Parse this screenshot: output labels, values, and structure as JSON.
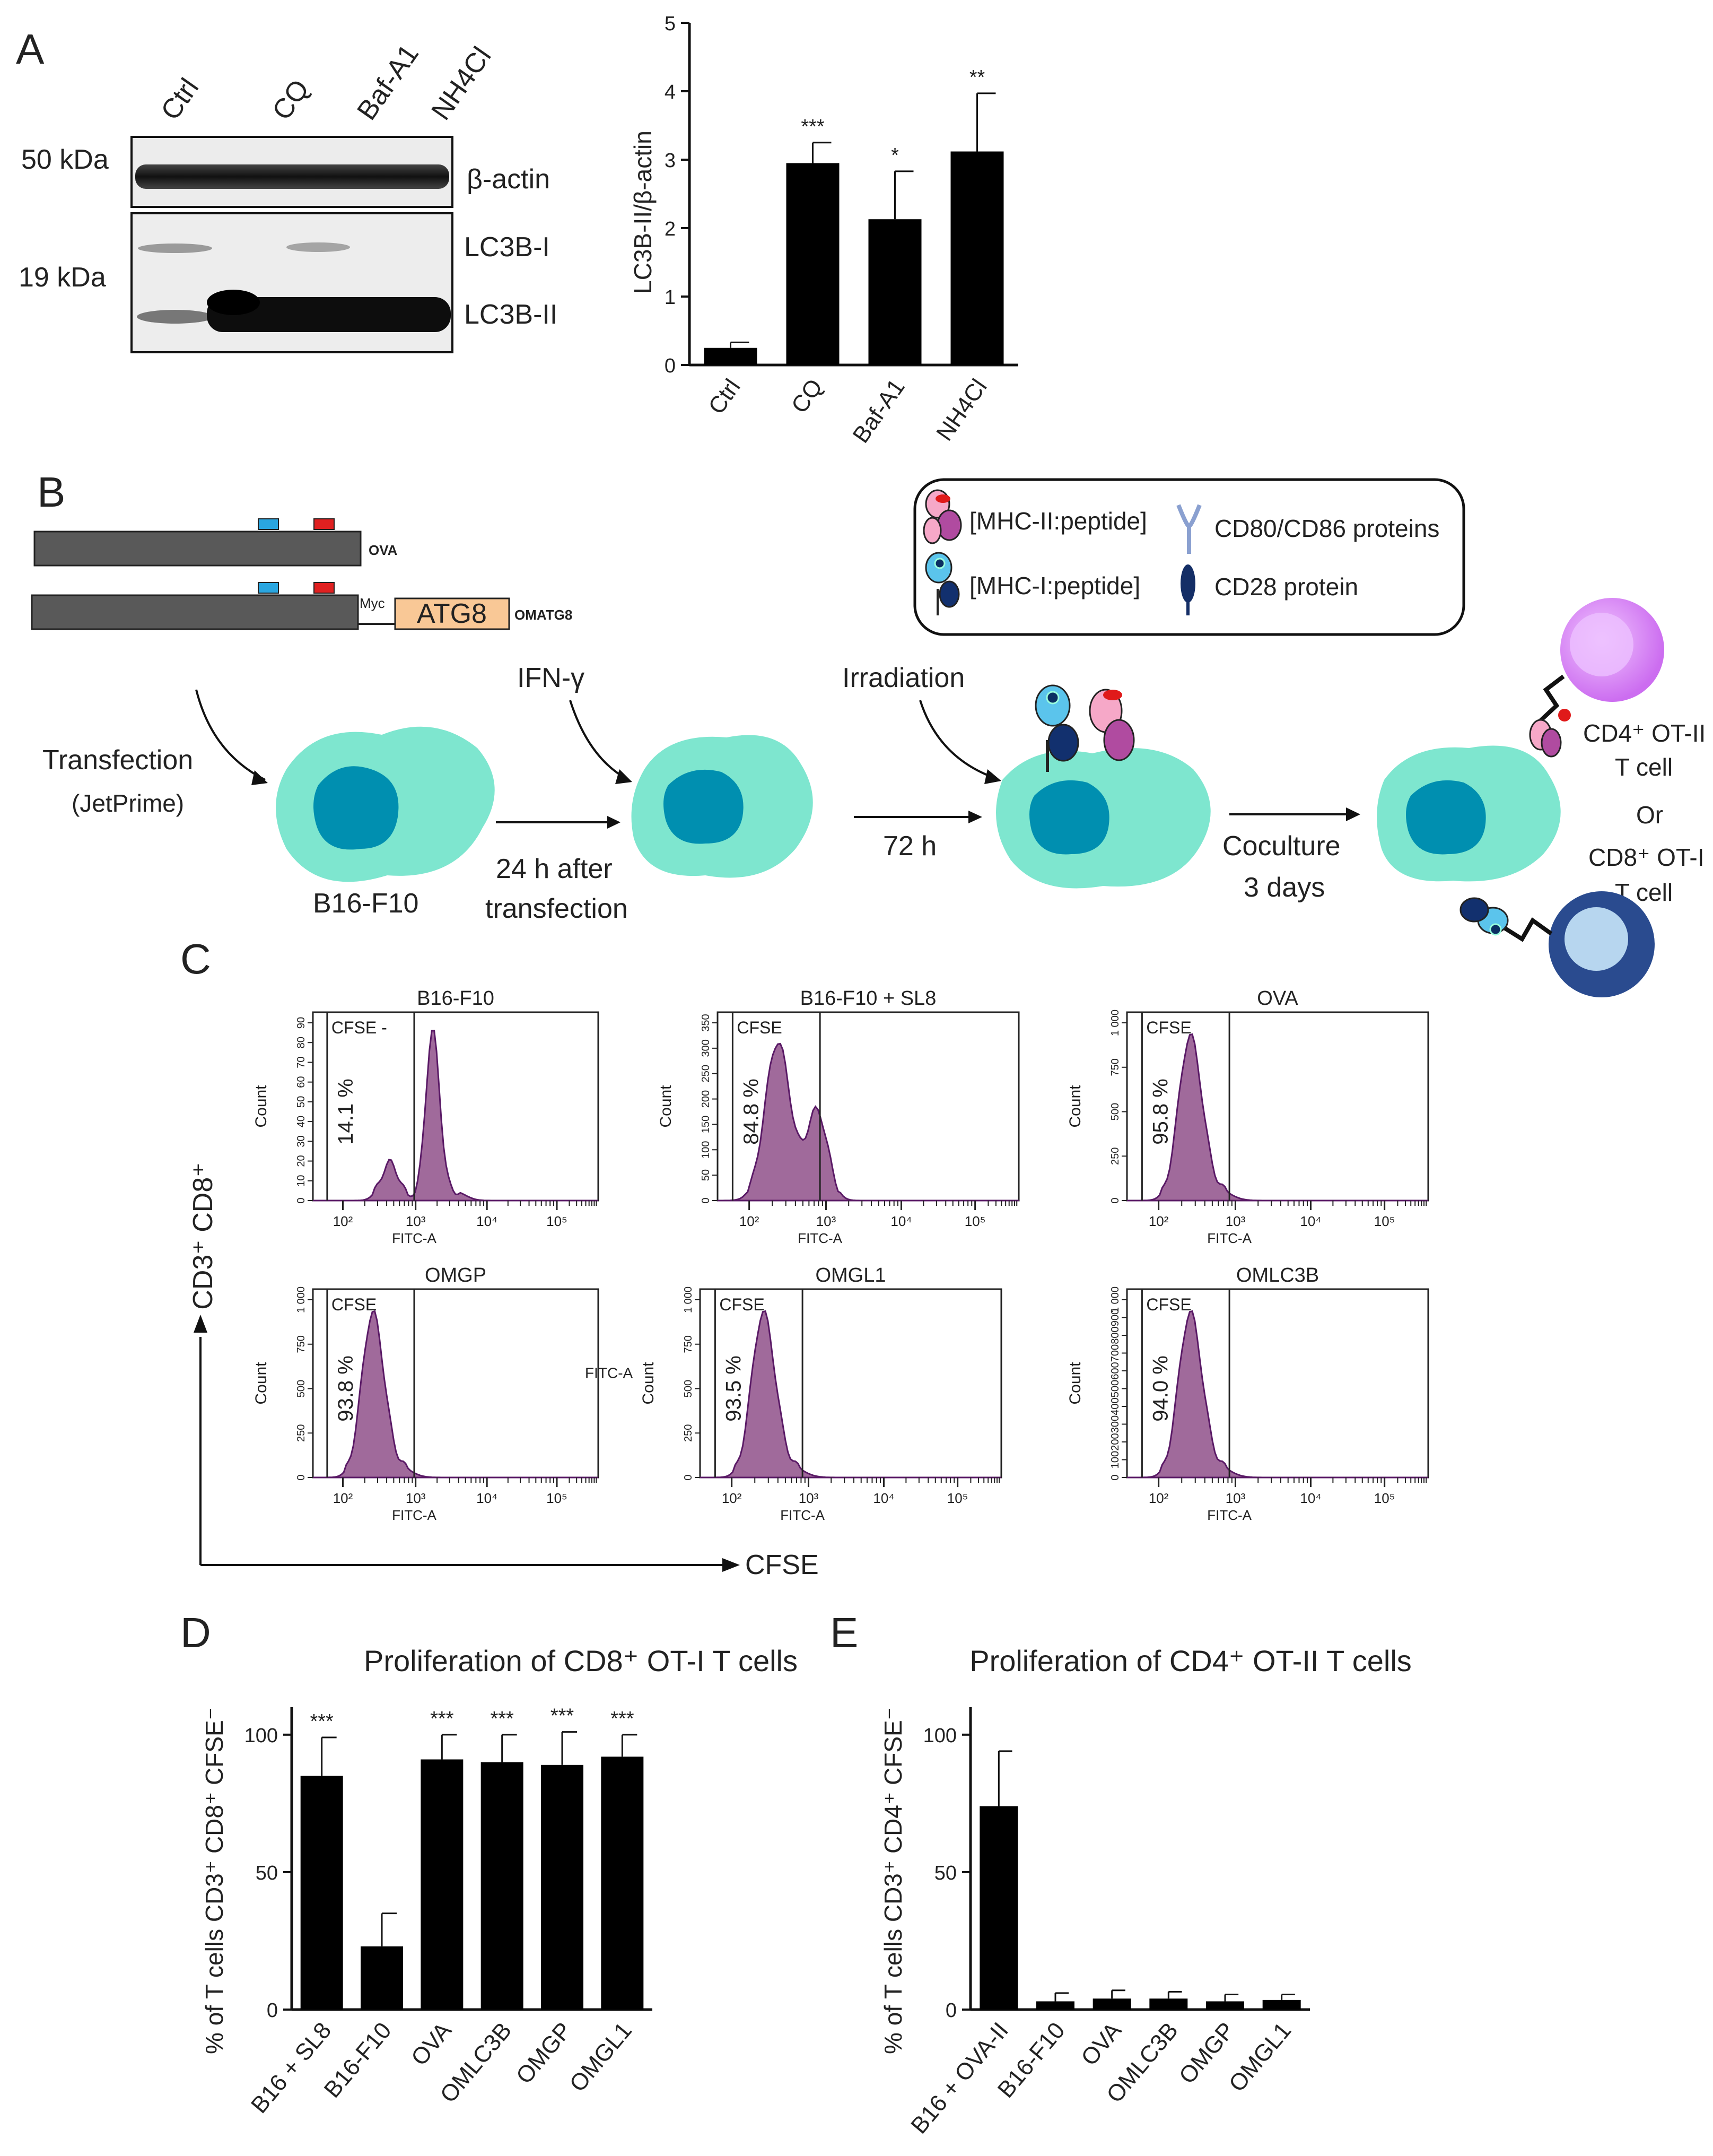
{
  "panels": {
    "a": "A",
    "b": "B",
    "c": "C",
    "d": "D",
    "e": "E"
  },
  "blot": {
    "lanes": [
      "Ctrl",
      "CQ",
      "Baf-A1",
      "NH4Cl"
    ],
    "mw_top": "50 kDa",
    "mw_bottom": "19 kDa",
    "band_actin": "β-actin",
    "band_lc3i": "LC3B-I",
    "band_lc3ii": "LC3B-II"
  },
  "chart_data": [
    {
      "type": "bar",
      "id": "lc3b_ratio",
      "categories": [
        "Ctrl",
        "CQ",
        "Baf-A1",
        "NH4Cl"
      ],
      "values": [
        0.25,
        2.95,
        2.13,
        3.12
      ],
      "errors": [
        0.08,
        0.3,
        0.7,
        0.85
      ],
      "significance": [
        "",
        "***",
        "*",
        "**"
      ],
      "ylabel": "LC3B-II/β-actin",
      "ylim": [
        0,
        5
      ],
      "yticks": [
        "0",
        "1",
        "2",
        "3",
        "4",
        "5"
      ]
    },
    {
      "type": "bar",
      "id": "cd8_prolif",
      "title": "Proliferation of CD8⁺ OT-I T cells",
      "categories": [
        "B16 + SL8",
        "B16-F10",
        "OVA",
        "OMLC3B",
        "OMGP",
        "OMGL1"
      ],
      "values": [
        85,
        23,
        91,
        90,
        89,
        92
      ],
      "errors": [
        14,
        12,
        9,
        10,
        12,
        8
      ],
      "significance": [
        "***",
        "",
        "***",
        "***",
        "***",
        "***"
      ],
      "ylabel": "% of T cells CD3⁺ CD8⁺ CFSE⁻",
      "ylim": [
        0,
        110
      ],
      "yticks": [
        "0",
        "50",
        "100"
      ]
    },
    {
      "type": "bar",
      "id": "cd4_prolif",
      "title": "Proliferation of CD4⁺ OT-II T cells",
      "categories": [
        "B16 + OVA-II",
        "B16-F10",
        "OVA",
        "OMLC3B",
        "OMGP",
        "OMGL1"
      ],
      "values": [
        74,
        3,
        4,
        4,
        3,
        3.5
      ],
      "errors": [
        20,
        3,
        3,
        2.5,
        2.5,
        2
      ],
      "significance": [
        "",
        "",
        "",
        "",
        "",
        ""
      ],
      "ylabel": "% of T cells CD3⁺ CD4⁺ CFSE⁻",
      "ylim": [
        0,
        110
      ],
      "yticks": [
        "0",
        "50",
        "100"
      ]
    }
  ],
  "schematic": {
    "ova_label": "OVA",
    "myc_label": "Myc",
    "atg8_label": "ATG8",
    "omatg8_label": "OMATG8",
    "legend_mhc2": "[MHC-II:peptide]",
    "legend_mhc1": "[MHC-I:peptide]",
    "legend_cd80": "CD80/CD86 proteins",
    "legend_cd28": "CD28 protein",
    "transfection": "Transfection",
    "jetprime": "(JetPrime)",
    "cell_name": "B16-F10",
    "ifn": "IFN-γ",
    "after_line1": "24 h after",
    "after_line2": "transfection",
    "irradiation": "Irradiation",
    "hours": "72 h",
    "coculture1": "Coculture",
    "coculture2": "3 days",
    "cd4_line1": "CD4⁺ OT-II",
    "tcell": "T cell",
    "or": "Or",
    "cd8_line1": "CD8⁺ OT-I"
  },
  "flow": {
    "y_axis_label": "CD3⁺ CD8⁺",
    "x_axis_label": "CFSE",
    "count_label": "Count",
    "fitc_label": "FITC-A",
    "gate_label": "CFSE",
    "gate_label_neg": "CFSE -",
    "stray_fitc": "FITC-A",
    "xticks": [
      "10²",
      "10³",
      "10⁴",
      "10⁵"
    ],
    "plots": [
      {
        "title": "B16-F10",
        "percent": "14.1 %",
        "yticks": [
          "0",
          "10",
          "20",
          "30",
          "40",
          "50",
          "60",
          "70",
          "80",
          "90"
        ]
      },
      {
        "title": "B16-F10 + SL8",
        "percent": "84.8 %",
        "yticks": [
          "0",
          "50",
          "100",
          "150",
          "200",
          "250",
          "300",
          "350"
        ]
      },
      {
        "title": "OVA",
        "percent": "95.8 %",
        "yticks": [
          "0",
          "250",
          "500",
          "750",
          "1 000"
        ]
      },
      {
        "title": "OMGP",
        "percent": "93.8 %",
        "yticks": [
          "0",
          "250",
          "500",
          "750",
          "1 000"
        ]
      },
      {
        "title": "OMGL1",
        "percent": "93.5 %",
        "yticks": [
          "0",
          "250",
          "500",
          "750",
          "1 000"
        ]
      },
      {
        "title": "OMLC3B",
        "percent": "94.0 %",
        "yticks": [
          "0",
          "100",
          "200",
          "300",
          "400",
          "500",
          "600",
          "700",
          "800",
          "900",
          "1 000"
        ]
      }
    ]
  },
  "colors": {
    "bar": "#000000",
    "cell": "#7ee6cf",
    "nucleus": "#008fb0",
    "histogram": "#a06a9b",
    "histogram_edge": "#5a1a66",
    "atg8_box": "#f9c896",
    "construct": "#595959",
    "cd4_cell": "#d987f2",
    "cd8_cell": "#2a4b8f"
  }
}
